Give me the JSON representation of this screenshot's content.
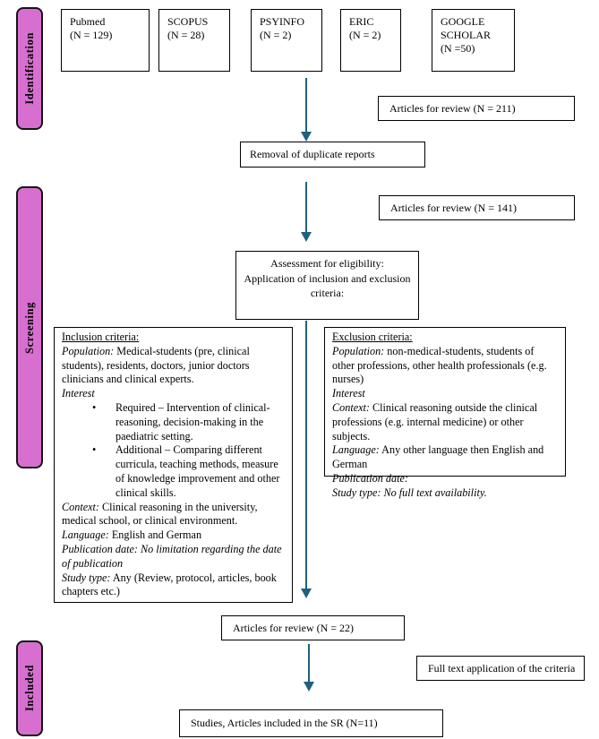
{
  "colors": {
    "accent": "#d76fd0",
    "arrow": "#20607f"
  },
  "stages": [
    {
      "label": "Identification"
    },
    {
      "label": "Screening"
    },
    {
      "label": "Included"
    }
  ],
  "sources": [
    {
      "lines": [
        "Pubmed",
        "(N = 129)"
      ]
    },
    {
      "lines": [
        "SCOPUS",
        "(N = 28)"
      ]
    },
    {
      "lines": [
        "PSYINFO",
        "(N = 2)"
      ]
    },
    {
      "lines": [
        "ERIC",
        "(N = 2)"
      ]
    },
    {
      "lines": [
        "GOOGLE",
        "SCHOLAR",
        "(N =50)"
      ]
    }
  ],
  "flow": {
    "articles_211": "Articles for review (N = 211)",
    "removal": "Removal of duplicate reports",
    "articles_141": "Articles for review (N = 141)",
    "assessment_lines": [
      "Assessment for eligibility:",
      "Application of inclusion and exclusion",
      "criteria:"
    ],
    "articles_22": "Articles for review (N = 22)",
    "fulltext": "Full text application of the criteria",
    "included_final": "Studies, Articles included in the SR  (N=11)"
  },
  "inclusion": {
    "title": "Inclusion criteria:",
    "population_label": "Population:",
    "population_text": "  Medical-students (pre, clinical students), residents, doctors, junior doctors clinicians and clinical experts.",
    "interest_label": "Interest",
    "bullets": [
      "Required – Intervention of clinical-reasoning, decision-making in the paediatric setting.",
      "Additional – Comparing different curricula, teaching methods, measure of knowledge improvement and other clinical skills."
    ],
    "context_label": "Context:",
    "context_text": " Clinical reasoning in the university, medical school, or clinical environment.",
    "language_label": "Language:",
    "language_text": " English and German",
    "pubdate_label": "Publication date:",
    "pubdate_text": " No limitation regarding the date of publication",
    "studytype_label": "Study type:",
    "studytype_text": " Any (Review, protocol, articles, book chapters etc.)"
  },
  "exclusion": {
    "title": "Exclusion criteria:",
    "population_label": "Population:",
    "population_text": " non-medical-students, students of other professions, other health professionals (e.g. nurses)",
    "interest_label": "Interest",
    "context_label": "Context:",
    "context_text": " Clinical reasoning outside the clinical professions (e.g. internal medicine) or other subjects.",
    "language_label": "Language:",
    "language_text": " Any other language then English and German",
    "pubdate_label": "Publication date:",
    "studytype_label": "Study type:",
    "studytype_text": " No full text availability."
  }
}
